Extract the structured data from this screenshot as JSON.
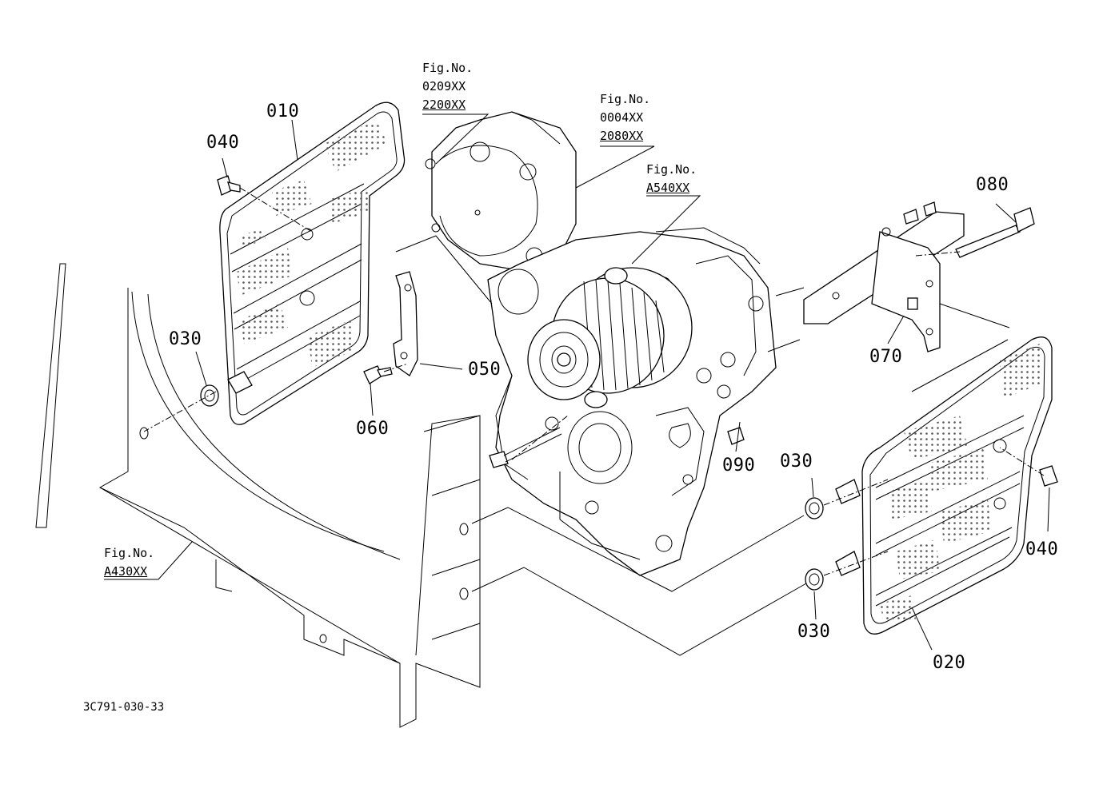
{
  "drawing_code": "3C791-030-33",
  "figure_refs": [
    {
      "title": "Fig.No.",
      "codes": [
        "0209XX",
        "2200XX"
      ]
    },
    {
      "title": "Fig.No.",
      "codes": [
        "0004XX",
        "2080XX"
      ]
    },
    {
      "title": "Fig.No.",
      "codes": [
        "A540XX"
      ]
    },
    {
      "title": "Fig.No.",
      "codes": [
        "A430XX"
      ]
    }
  ],
  "part_labels": {
    "p010": "010",
    "p020": "020",
    "p030_left": "030",
    "p030_right_top": "030",
    "p030_right_bottom": "030",
    "p040_left": "040",
    "p040_right": "040",
    "p050": "050",
    "p060": "060",
    "p070": "070",
    "p080": "080",
    "p090": "090"
  }
}
